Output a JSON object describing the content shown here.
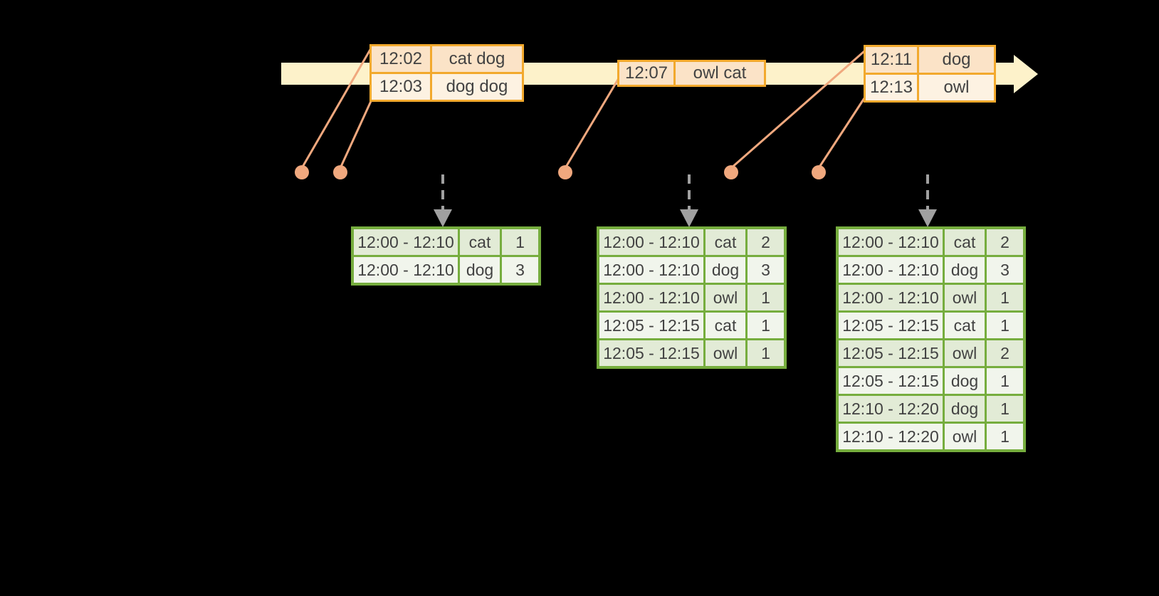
{
  "diagram": {
    "description": "Windowed grouped aggregation over an event-time stream: input word events on a timeline, mapped into 10-minute windows sliding every 5 minutes, with result-count tables produced at successive triggers.",
    "colors": {
      "background": "#000000",
      "band": "#FDF2CA",
      "amber": "#F2A92D",
      "peach": "#FBE3C7",
      "cream": "#FDF2E2",
      "salmon": "#F0A87E",
      "green": "#76AD3E",
      "sage": "#E2EBD6",
      "lightrow": "#F1F5EC",
      "arrow_gray": "#A0A0A0",
      "text": "#424242"
    },
    "event_tables": [
      {
        "rows": [
          [
            "12:02",
            "cat dog"
          ],
          [
            "12:03",
            "dog dog"
          ]
        ]
      },
      {
        "rows": [
          [
            "12:07",
            "owl cat"
          ]
        ]
      },
      {
        "rows": [
          [
            "12:11",
            "dog"
          ],
          [
            "12:13",
            "owl"
          ]
        ]
      }
    ],
    "result_tables": [
      {
        "rows": [
          [
            "12:00 - 12:10",
            "cat",
            "1"
          ],
          [
            "12:00 - 12:10",
            "dog",
            "3"
          ]
        ]
      },
      {
        "rows": [
          [
            "12:00 - 12:10",
            "cat",
            "2"
          ],
          [
            "12:00 - 12:10",
            "dog",
            "3"
          ],
          [
            "12:00 - 12:10",
            "owl",
            "1"
          ],
          [
            "12:05 - 12:15",
            "cat",
            "1"
          ],
          [
            "12:05 - 12:15",
            "owl",
            "1"
          ]
        ]
      },
      {
        "rows": [
          [
            "12:00 - 12:10",
            "cat",
            "2"
          ],
          [
            "12:00 - 12:10",
            "dog",
            "3"
          ],
          [
            "12:00 - 12:10",
            "owl",
            "1"
          ],
          [
            "12:05 - 12:15",
            "cat",
            "1"
          ],
          [
            "12:05 - 12:15",
            "owl",
            "2"
          ],
          [
            "12:05 - 12:15",
            "dog",
            "1"
          ],
          [
            "12:10 - 12:20",
            "dog",
            "1"
          ],
          [
            "12:10 - 12:20",
            "owl",
            "1"
          ]
        ]
      }
    ]
  }
}
